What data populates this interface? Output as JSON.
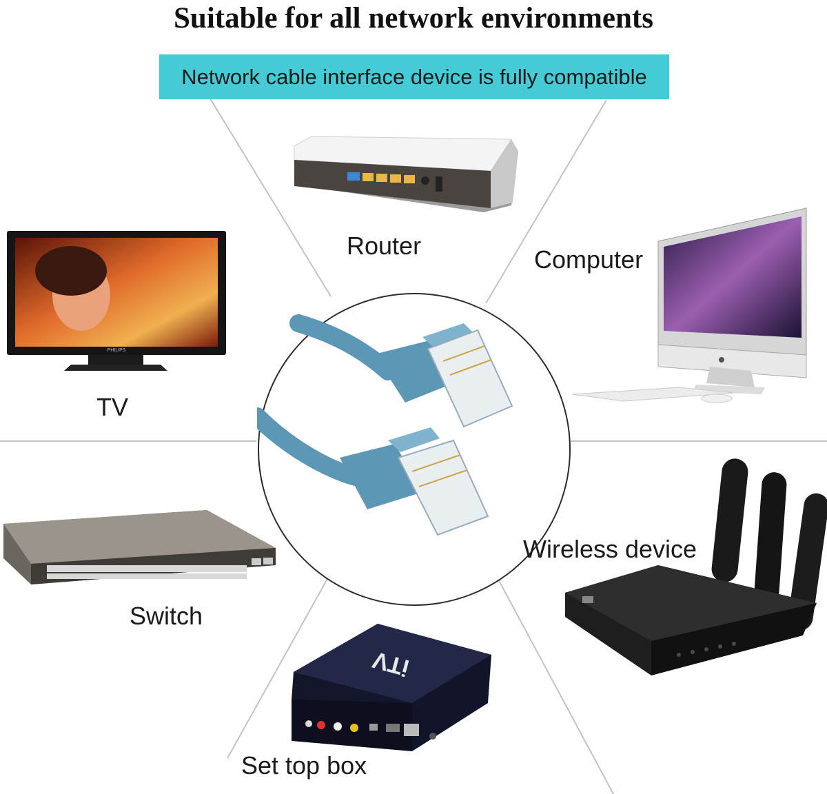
{
  "header": {
    "title": "Suitable for all network environments",
    "banner": "Network cable interface device is fully compatible"
  },
  "devices": {
    "router": "Router",
    "computer": "Computer",
    "tv": "TV",
    "switch": "Switch",
    "wireless": "Wireless device",
    "settop": "Set top box"
  },
  "brands": {
    "tv_brand": "PHILIPS",
    "stb_brand": "iTV"
  },
  "colors": {
    "banner": "#45cbd6",
    "cable": "#5d97b6",
    "lines": "#bdbdbd"
  }
}
